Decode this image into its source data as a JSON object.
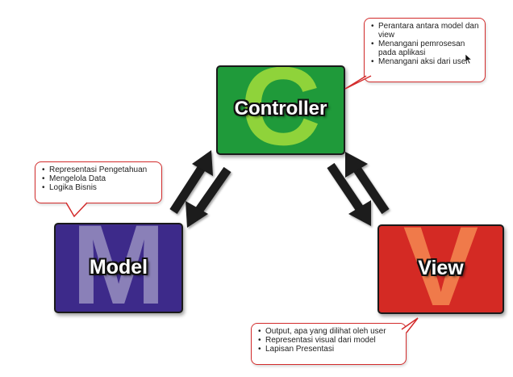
{
  "controller": {
    "title": "Controller",
    "letter": "C",
    "notes": [
      "Perantara antara model dan view",
      "Menangani pemrosesan pada aplikasi",
      "Menangani aksi dari user"
    ],
    "colors": {
      "box": "#1f9a3a",
      "letter": "#8fd33a"
    }
  },
  "model": {
    "title": "Model",
    "letter": "M",
    "notes": [
      "Representasi Pengetahuan",
      "Mengelola Data",
      "Logika Bisnis"
    ],
    "colors": {
      "box": "#3d2a8a",
      "letter": "#8a80b8"
    }
  },
  "view": {
    "title": "View",
    "letter": "V",
    "notes": [
      "Output, apa yang dilihat oleh user",
      "Representasi visual dari model",
      "Lapisan Presentasi"
    ],
    "colors": {
      "box": "#d42a24",
      "letter": "#f07a4a"
    }
  },
  "callout_border_color": "#d32c2c",
  "arrow_color": "#1a1a1a"
}
